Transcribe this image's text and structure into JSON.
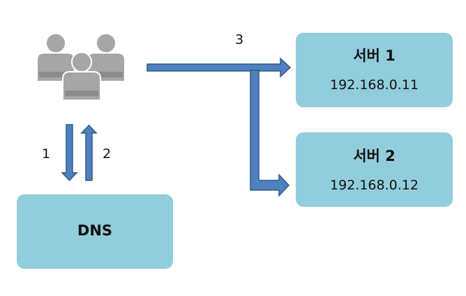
{
  "users": {
    "icon": "users-group-icon"
  },
  "dns": {
    "label": "DNS"
  },
  "servers": [
    {
      "name": "서버 1",
      "ip": "192.168.0.11"
    },
    {
      "name": "서버 2",
      "ip": "192.168.0.12"
    }
  ],
  "steps": {
    "query": "1",
    "response": "2",
    "request": "3"
  },
  "colors": {
    "box_fill": "#92cddd",
    "arrow_fill": "#4f81bd",
    "arrow_stroke": "#2e5a8c",
    "person_fill": "#a6a6a6"
  }
}
